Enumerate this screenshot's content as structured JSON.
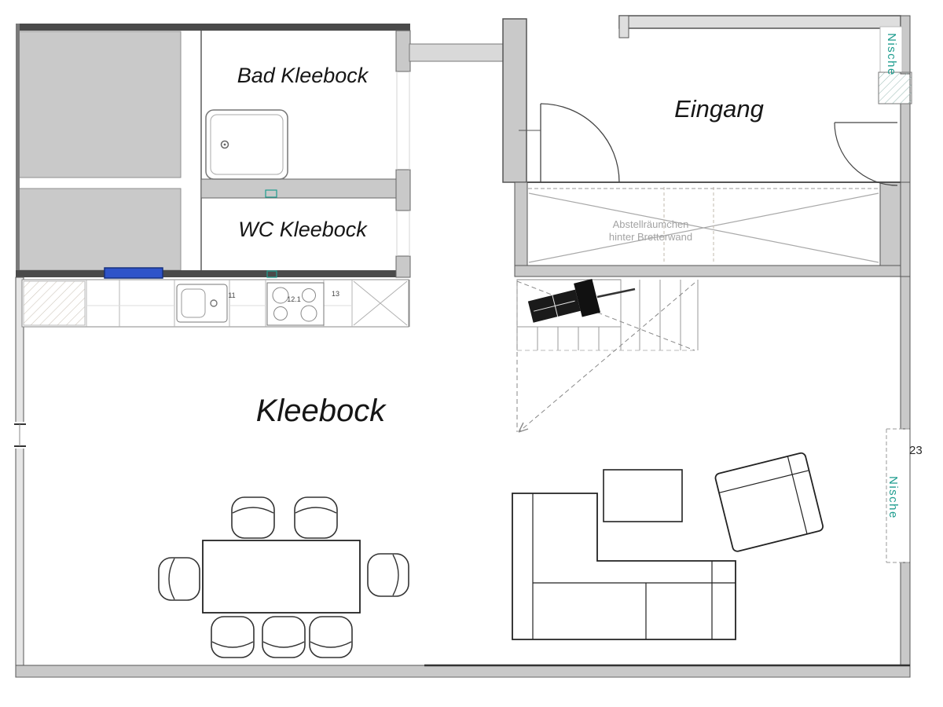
{
  "plan": {
    "rooms": {
      "bad": {
        "label": "Bad Kleebock"
      },
      "wc": {
        "label": "WC Kleebock"
      },
      "eingang": {
        "label": "Eingang"
      },
      "wohnzimmer": {
        "label": "Kleebock"
      }
    },
    "storage": {
      "note_line1": "Abstellräumchen",
      "note_line2": "hinter Bretterwand"
    },
    "niches": {
      "top_label": "Nische",
      "right_label": "Nische"
    },
    "dimensions": {
      "right_edge": "23"
    },
    "kitchen": {
      "unit_numbers": [
        "11",
        "12.1",
        "13"
      ]
    },
    "colors": {
      "wall_fill": "#c9c9c9",
      "wall_line": "#4a4a4a",
      "window_blue": "#2f54c9",
      "nische_teal": "#1f9d8f",
      "note_gray": "#a3a3a3"
    }
  }
}
